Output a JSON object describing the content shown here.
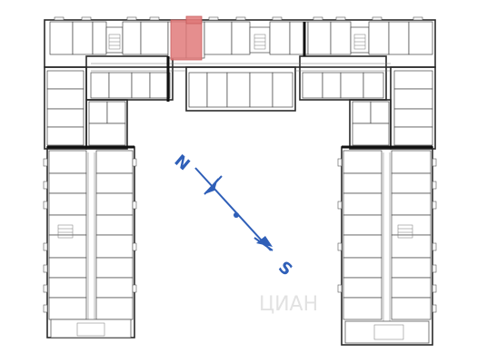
{
  "floorplan": {
    "compass": {
      "north_label": "N",
      "south_label": "S",
      "color": "#2f5fb8"
    },
    "highlighted_unit": {
      "color": "#e07a7a"
    },
    "watermark": {
      "text": "ЦИАН"
    }
  }
}
